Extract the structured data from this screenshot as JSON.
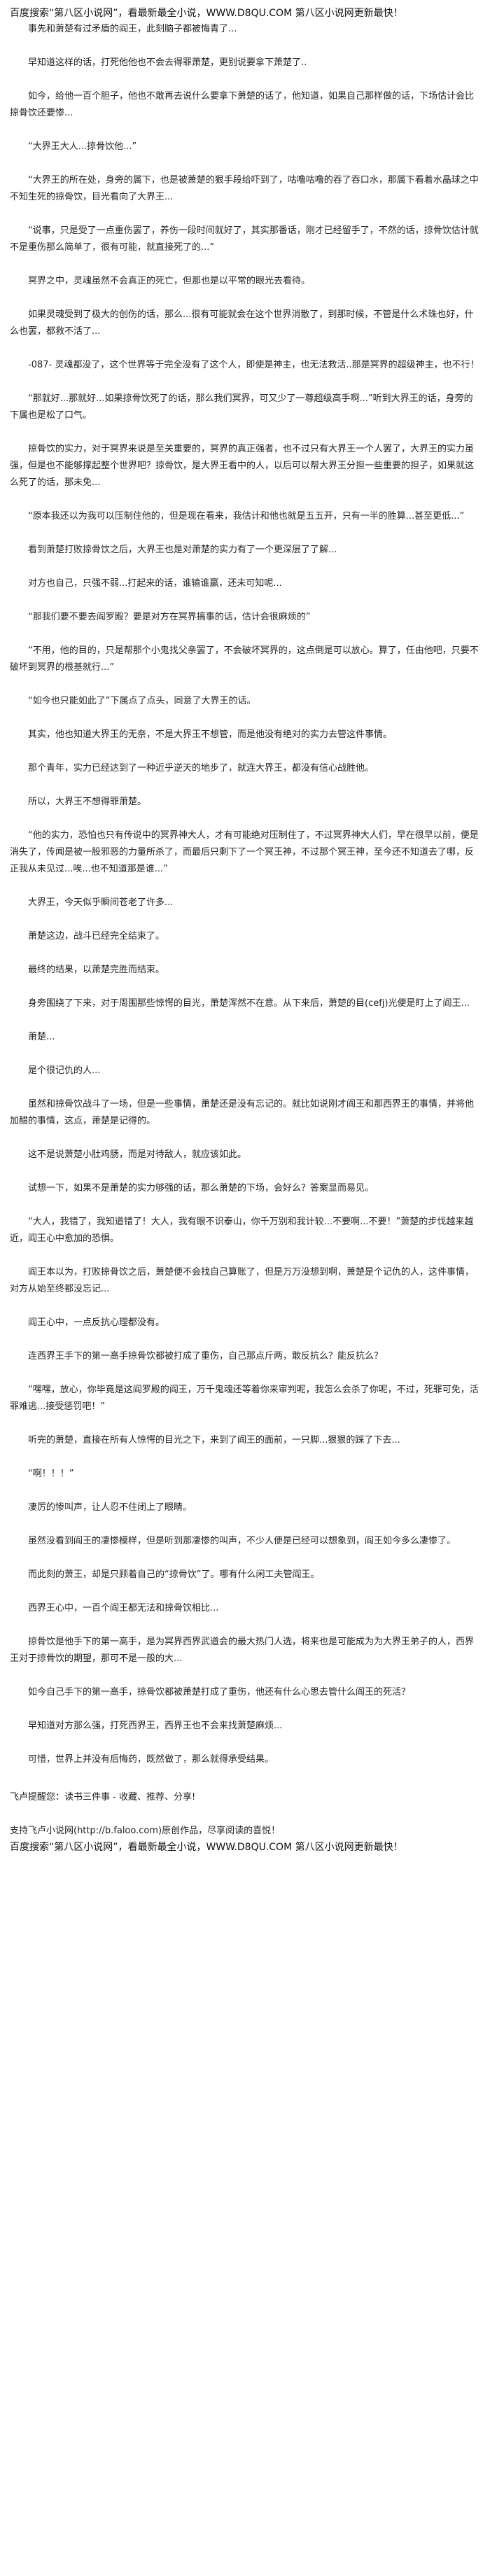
{
  "header": {
    "line": "百度搜索“第八区小说网”，看最新最全小说，WWW.D8QU.COM  第八区小说网更新最快！"
  },
  "content": {
    "paragraphs": [
      "事先和萧楚有过矛盾的阎王，此刻脑子都被悔青了...",
      "早知道这样的话，打死他他也不会去得罪萧楚，更别说要拿下萧楚了..",
      "如今，给他一百个胆子，他也不敢再去说什么要拿下萧楚的话了，他知道，如果自己那样做的话，下场估计会比掠骨饮还要惨...",
      "“大界王大人...掠骨饮他...”",
      "“大界王的所在处，身旁的属下，也是被萧楚的狠手段给吓到了，咕噜咕噜的吞了吞口水，那属下看着水晶球之中不知生死的掠骨饮，目光看向了大界王...",
      "“说事，只是受了一点重伤罢了，养伤一段时间就好了，其实那番话，刚才已经留手了，不然的话，掠骨饮估计就不是重伤那么简单了，很有可能，就直接死了的...”",
      "冥界之中，灵魂虽然不会真正的死亡，但那也是以平常的眼光去看待。",
      "如果灵魂受到了极大的创伤的话，那么...很有可能就会在这个世界消散了，到那时候，不管是什么术珠也好，什么也罢，都救不活了...",
      "-087-    灵魂都没了，这个世界等于完全没有了这个人，即使是神主，也无法救活..那是冥界的超级神主，也不行！",
      "“那就好...那就好...如果掠骨饮死了的话，那么我们冥界，可又少了一尊超级高手啊...”听到大界王的话，身旁的下属也是松了口气。",
      "掠骨饮的实力，对于冥界来说是至关重要的，冥界的真正强者，也不过只有大界王一个人罢了，大界王的实力虽强，但是也不能够撑起整个世界吧？掠骨饮，是大界王看中的人，以后可以帮大界王分担一些重要的担子，如果就这么死了的话，那未免...",
      "“原本我还以为我可以压制住他的，但是现在看来，我估计和他也就是五五开，只有一半的胜算...甚至更低...”",
      "看到萧楚打败掠骨饮之后，大界王也是对萧楚的实力有了一个更深层了了解...",
      "对方也自己，只强不弱...打起来的话，谁输谁赢，还未可知呢...",
      "“那我们要不要去阎罗殿？要是对方在冥界搞事的话，估计会很麻烦的”",
      "“不用，他的目的，只是帮那个小鬼找父亲罢了，不会破坏冥界的，这点倒是可以放心。算了，任由他吧，只要不破坏到冥界的根基就行...”",
      "“如今也只能如此了”下属点了点头，同意了大界王的话。",
      "其实，他也知道大界王的无奈，不是大界王不想管，而是他没有绝对的实力去管这件事情。",
      "那个青年，实力已经达到了一种近乎逆天的地步了，就连大界王，都没有信心战胜他。",
      "所以，大界王不想得罪萧楚。",
      "“他的实力，恐怕也只有传说中的冥界神大人，才有可能绝对压制住了，不过冥界神大人们，早在很早以前，便是消失了，传闻是被一股邪恶的力量所杀了，而最后只剩下了一个冥王神，不过那个冥王神，至今还不知道去了哪，反正我从未见过...唉...也不知道那是谁...”",
      "大界王，今天似乎瞬间苍老了许多...",
      "萧楚这边，战斗已经完全结束了。",
      "最终的结果，以萧楚完胜而结束。",
      "身旁围绕了下来，对于周围那些惊愕的目光，萧楚浑然不在意。从下来后，萧楚的目(cefj)光便是盯上了阎王...",
      "萧楚...",
      "是个很记仇的人...",
      "虽然和掠骨饮战斗了一场，但是一些事情，萧楚还是没有忘记的。就比如说刚才阎王和那西界王的事情，并将他加醋的事情，这点，萧楚是记得的。",
      "这不是说萧楚小肚鸡肠，而是对待敌人，就应该如此。",
      "试想一下，如果不是萧楚的实力够强的话，那么萧楚的下场，会好么？答案显而易见。",
      "“大人，我错了，我知道错了！大人，我有眼不识泰山，你千万别和我计较...不要啊...不要！”萧楚的步伐越来越近，阎王心中愈加的恐惧。",
      "阎王本以为，打败掠骨饮之后，萧楚便不会找自己算账了，但是万万没想到啊，萧楚是个记仇的人，这件事情，对方从始至终都没忘记...",
      "阎王心中，一点反抗心理都没有。",
      "连西界王手下的第一高手掠骨饮都被打成了重伤，自己那点斤两，敢反抗么？能反抗么？",
      "“嘿嘿，放心，你毕竟是这阎罗殿的阎王，万千鬼魂还等着你来审判呢，我怎么会杀了你呢，不过，死罪可免，活罪难逃...接受惩罚吧！”",
      "听完的萧楚，直接在所有人惊愕的目光之下，来到了阎王的面前，一只脚...狠狠的踩了下去...",
      "“啊！！！”",
      "凄厉的惨叫声，让人忍不住闭上了眼睛。",
      "虽然没看到阎王的凄惨模样，但是听到那凄惨的叫声，不少人便是已经可以想象到，阎王如今多么凄惨了。",
      "而此刻的萧王，却是只顾着自己的“掠骨饮”了。哪有什么闲工夫管阎王。",
      "西界王心中，一百个阎王都无法和掠骨饮相比...",
      "掠骨饮是他手下的第一高手，是为冥界西界武道会的最大热门人选，将来也是可能成为为大界王弟子的人，西界王对于掠骨饮的期望，那可不是一般的大...",
      "如今自己手下的第一高手，掠骨饮都被萧楚打成了重伤，他还有什么心思去管什么阎王的死活？",
      "早知道对方那么强，打死西界王，西界王也不会来找萧楚麻烦...",
      "可惜，世界上并没有后悔药，既然做了，那么就得承受结果。"
    ]
  },
  "tail": {
    "note": "飞卢提醒您：读书三件事 - 收藏、推荐、分享!",
    "support": "支持飞卢小说网(http://b.faloo.com)原创作品，尽享阅读的喜悦！"
  },
  "footer": {
    "line": "百度搜索“第八区小说网”，看最新最全小说，WWW.D8QU.COM  第八区小说网更新最快！"
  }
}
